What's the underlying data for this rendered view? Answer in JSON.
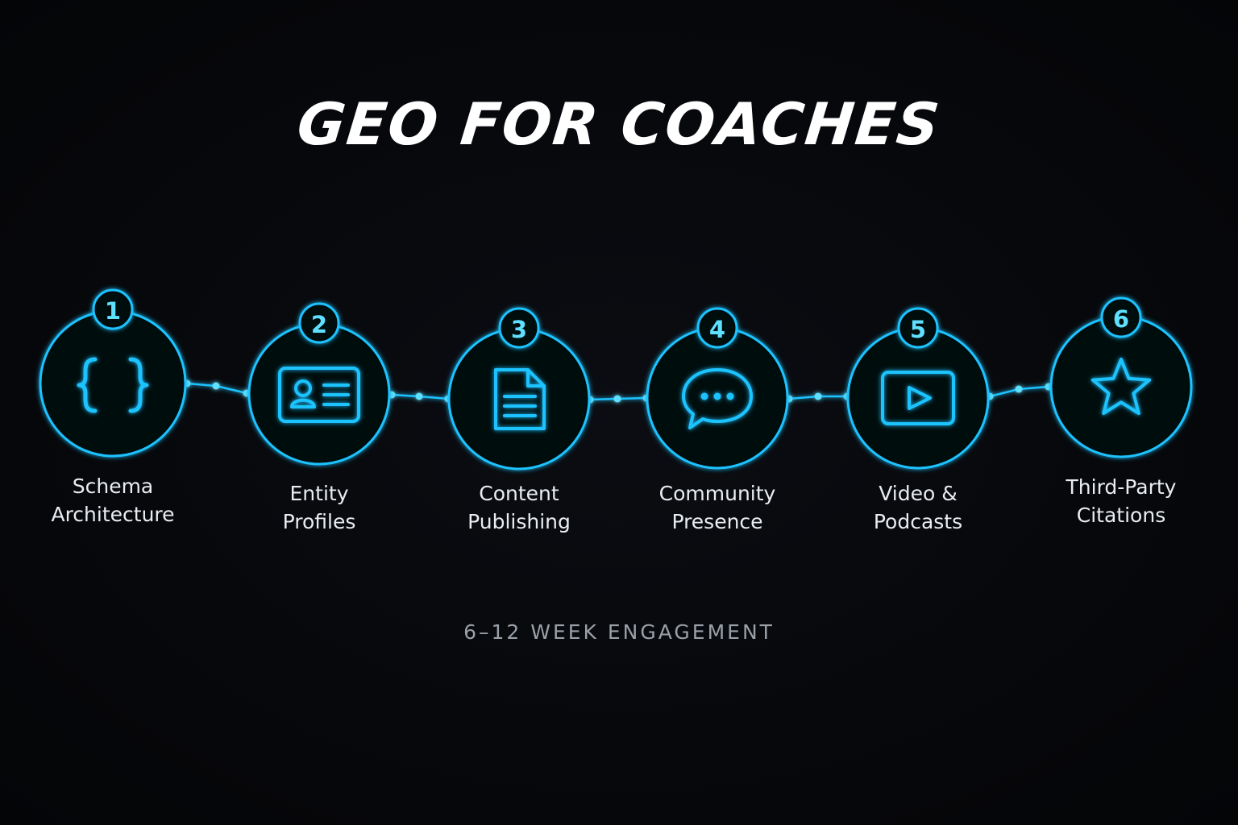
{
  "title": "GEO FOR COACHES",
  "accent_color": "#1ec3ff",
  "steps": [
    {
      "number": "1",
      "icon": "curly-braces-icon",
      "label_line1": "Schema",
      "label_line2": "Architecture"
    },
    {
      "number": "2",
      "icon": "id-card-icon",
      "label_line1": "Entity",
      "label_line2": "Profiles"
    },
    {
      "number": "3",
      "icon": "document-icon",
      "label_line1": "Content",
      "label_line2": "Publishing"
    },
    {
      "number": "4",
      "icon": "chat-bubble-icon",
      "label_line1": "Community",
      "label_line2": "Presence"
    },
    {
      "number": "5",
      "icon": "video-play-icon",
      "label_line1": "Video &",
      "label_line2": "Podcasts"
    },
    {
      "number": "6",
      "icon": "star-icon",
      "label_line1": "Third-Party",
      "label_line2": "Citations"
    }
  ],
  "footer": "6–12 WEEK ENGAGEMENT"
}
